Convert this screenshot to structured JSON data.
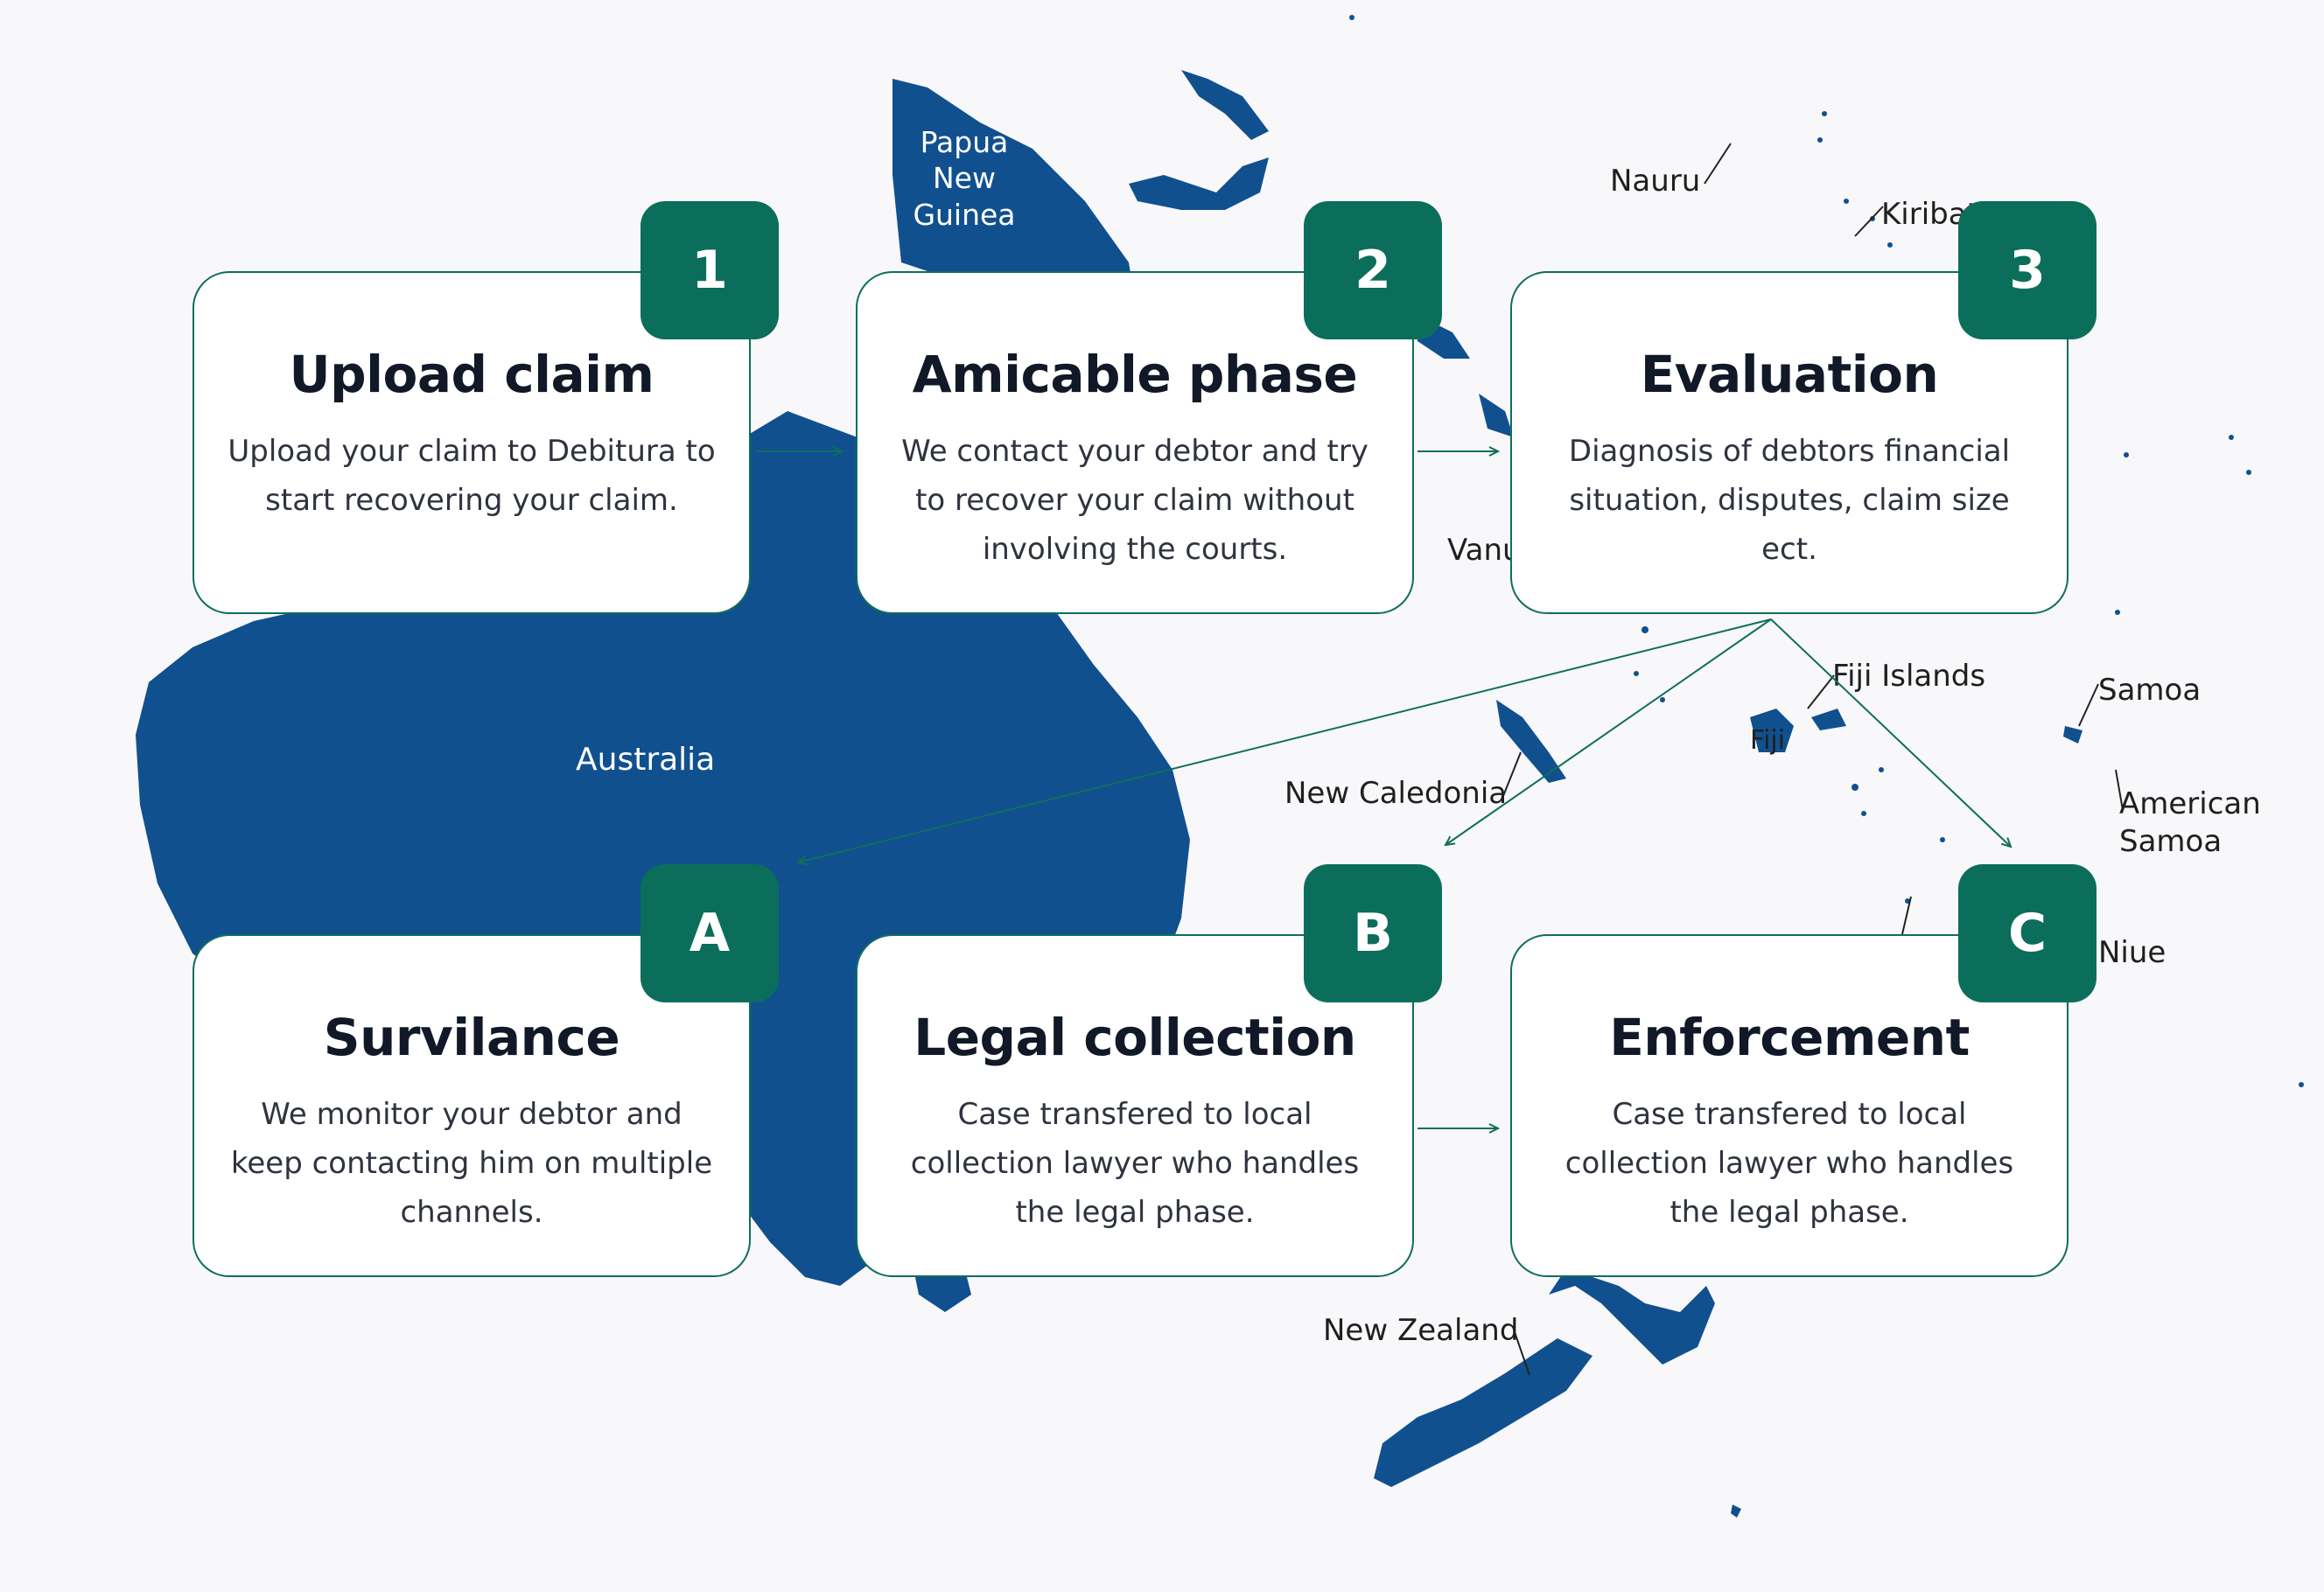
{
  "map": {
    "land_color": "#11508f",
    "labels": {
      "papua": "Papua\nNew\nGuinea",
      "australia": "Australia",
      "nauru": "Nauru",
      "kiribati": "Kiribati",
      "vanuatu": "Vanuatu",
      "fiji_islands": "Fiji Islands",
      "fiji": "Fiji",
      "samoa": "Samoa",
      "american_samoa": "American\nSamoa",
      "new_caledonia": "New Caledonia",
      "niue": "Niue",
      "new_zealand": "New Zealand"
    }
  },
  "colors": {
    "accent": "#0b6e5b",
    "card_border": "#0f6e5c",
    "title": "#111827",
    "body_text": "#2f3340",
    "background": "#f8f7f9"
  },
  "steps": [
    {
      "badge": "1",
      "title": "Upload claim",
      "text": "Upload your claim to Debitura to start recovering your claim."
    },
    {
      "badge": "2",
      "title": "Amicable phase",
      "text": "We contact your debtor and try to recover your claim without involving the courts."
    },
    {
      "badge": "3",
      "title": "Evaluation",
      "text": "Diagnosis of debtors financial situation, disputes, claim size ect."
    },
    {
      "badge": "A",
      "title": "Survilance",
      "text": "We monitor your debtor and keep contacting him on multiple channels."
    },
    {
      "badge": "B",
      "title": "Legal collection",
      "text": "Case transfered to local collection lawyer who handles the legal phase."
    },
    {
      "badge": "C",
      "title": "Enforcement",
      "text": "Case transfered to local collection lawyer who handles the legal phase."
    }
  ]
}
